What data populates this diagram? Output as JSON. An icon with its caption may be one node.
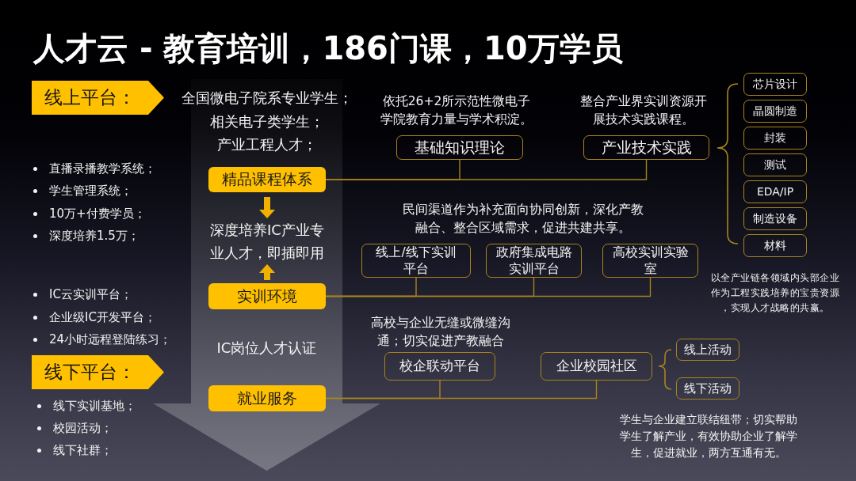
{
  "diagram": {
    "title": "人才云 - 教育培训，186门课，10万学员",
    "nodes": [
      {
        "text": [
          "线上平台："
        ]
      },
      {
        "text": [
          "全国微电子院系专业学生；",
          "相关电子类学生；",
          "产业工程人才；",
          "IC岗位人才认证"
        ]
      },
      {
        "text": [
          "精品课程体系"
        ],
        "in": 1
      },
      {
        "text": [
          "深度培养IC产业专业人才，即插即用"
        ],
        "in": 1
      },
      {
        "text": [
          "实训环境"
        ],
        "in": 1
      },
      {
        "text": [
          "就业服务"
        ],
        "in": 1
      },
      {
        "text": [
          "线下平台："
        ]
      },
      {
        "text": [
          "基础知识理论"
        ],
        "beside": [
          "依托26+2所示范性微电子学院教育力量与学术积淀。"
        ]
      },
      {
        "text": [
          "产业技术实践"
        ],
        "beside": [
          "整合产业界实训资源开展技术实践课程。"
        ]
      },
      {
        "text": [
          "芯片设计"
        ]
      },
      {
        "text": [
          "晶圆制造"
        ]
      },
      {
        "text": [
          "封装"
        ]
      },
      {
        "text": [
          "测试"
        ]
      },
      {
        "text": [
          "EDA/IP"
        ]
      },
      {
        "text": [
          "制造设备"
        ]
      },
      {
        "text": [
          "材料"
        ]
      },
      {
        "text": [
          "线上/线下实训平台"
        ]
      },
      {
        "text": [
          "政府集成电路实训平台"
        ]
      },
      {
        "text": [
          "高校实训实验室"
        ]
      },
      {
        "text": [
          "校企联动平台"
        ],
        "beside": [
          "高校与企业无缝或微缝沟通；切实促进产教融合"
        ]
      },
      {
        "text": [
          "企业校园社区"
        ]
      },
      {
        "text": [
          "线上活动"
        ]
      },
      {
        "text": [
          "线下活动"
        ]
      }
    ],
    "edges": [
      {
        "from": 2,
        "to": 3,
        "arrow": "to",
        "style": "thick",
        "color": "#f0b000"
      },
      {
        "from": 4,
        "to": 3,
        "arrow": "to",
        "style": "thick",
        "color": "#f0b000"
      },
      {
        "from": 2,
        "to": 7,
        "arrow": "none"
      },
      {
        "from": 2,
        "to": 8,
        "arrow": "none"
      },
      {
        "from": 4,
        "to": 16,
        "arrow": "none"
      },
      {
        "from": 4,
        "to": 17,
        "arrow": "none"
      },
      {
        "from": 4,
        "to": 18,
        "arrow": "none"
      },
      {
        "from": 5,
        "to": 19,
        "arrow": "none"
      },
      {
        "from": 5,
        "to": 20,
        "arrow": "none"
      }
    ],
    "labels": [
      "直播录播教学系统；",
      "学生管理系统；",
      "10万+付费学员；",
      "深度培养1.5万；",
      "IC云实训平台；",
      "企业级IC开发平台；",
      "24小时远程登陆练习；",
      "线下实训基地；",
      "校园活动；",
      "线下社群；",
      "民间渠道作为补充面向协同创新，深化产教融合、整合区域需求，促进共建共享。",
      "以全产业链各领域内头部企业作为工程实践培养的宝贵资源，实现人才战略的共赢。",
      "学生与企业建立联结纽带；切实帮助学生了解产业，有效协助企业了解学生，促进就业，两方互通有无。"
    ]
  }
}
